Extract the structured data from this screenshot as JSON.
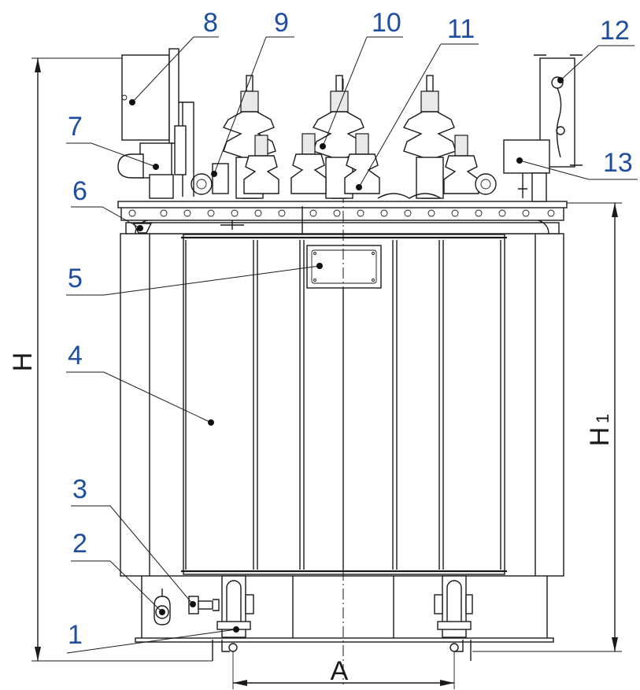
{
  "diagram": {
    "callouts": [
      "1",
      "2",
      "3",
      "4",
      "5",
      "6",
      "7",
      "8",
      "9",
      "10",
      "11",
      "12",
      "13"
    ],
    "dimensions": {
      "overall_height": "H",
      "tank_height_main": "H",
      "tank_height_sub": "1",
      "wheel_track": "A"
    },
    "colors": {
      "callout": "#1f4e9e",
      "line": "#1a1a1a"
    }
  }
}
